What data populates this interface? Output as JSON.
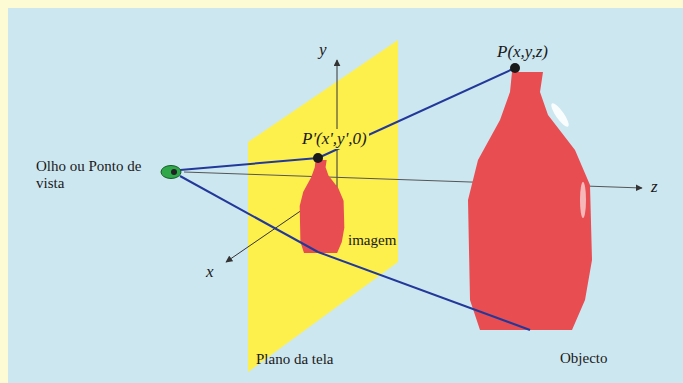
{
  "diagram": {
    "labels": [
      "y",
      "P(x,y,z)",
      "P'(x',y',0)",
      "Olho ou Ponto de vista",
      "imagem",
      "x",
      "z",
      "Plano da tela",
      "Objecto"
    ]
  }
}
